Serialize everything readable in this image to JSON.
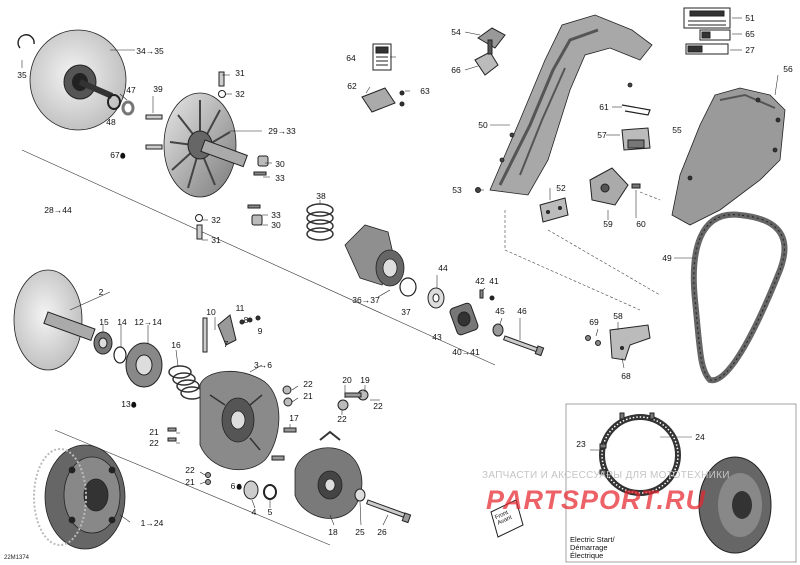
{
  "drawing_code": "22M1374",
  "watermark": {
    "line": "ЗАПЧАСТИ И АКСЕССУАРЫ ДЛЯ МОТОТЕХНИКИ",
    "logo": "PARTSPORT.RU"
  },
  "inset": {
    "caption": [
      "Electric Start/",
      "Démarrage",
      "Électrique"
    ],
    "labels": [
      "23",
      "24"
    ]
  },
  "front_tag": [
    "Front",
    "Avant"
  ],
  "callouts": [
    {
      "text": "34→35"
    },
    {
      "text": "35"
    },
    {
      "text": "47"
    },
    {
      "text": "48"
    },
    {
      "text": "39"
    },
    {
      "text": "67",
      "drop": true
    },
    {
      "text": "31"
    },
    {
      "text": "32"
    },
    {
      "text": "29→33"
    },
    {
      "text": "30"
    },
    {
      "text": "33"
    },
    {
      "text": "28→44"
    },
    {
      "text": "32"
    },
    {
      "text": "31"
    },
    {
      "text": "33"
    },
    {
      "text": "30"
    },
    {
      "text": "38"
    },
    {
      "text": "36→37"
    },
    {
      "text": "37"
    },
    {
      "text": "44"
    },
    {
      "text": "42"
    },
    {
      "text": "41"
    },
    {
      "text": "45"
    },
    {
      "text": "46"
    },
    {
      "text": "43"
    },
    {
      "text": "40→41"
    },
    {
      "text": "64"
    },
    {
      "text": "62"
    },
    {
      "text": "63"
    },
    {
      "text": "54"
    },
    {
      "text": "66"
    },
    {
      "text": "50"
    },
    {
      "text": "53"
    },
    {
      "text": "52"
    },
    {
      "text": "51"
    },
    {
      "text": "65"
    },
    {
      "text": "27"
    },
    {
      "text": "56"
    },
    {
      "text": "61"
    },
    {
      "text": "55"
    },
    {
      "text": "57"
    },
    {
      "text": "59"
    },
    {
      "text": "60"
    },
    {
      "text": "49"
    },
    {
      "text": "58"
    },
    {
      "text": "69"
    },
    {
      "text": "68"
    },
    {
      "text": "2"
    },
    {
      "text": "15"
    },
    {
      "text": "14"
    },
    {
      "text": "12→14"
    },
    {
      "text": "16"
    },
    {
      "text": "13",
      "drop": true
    },
    {
      "text": "10"
    },
    {
      "text": "11"
    },
    {
      "text": "8"
    },
    {
      "text": "9"
    },
    {
      "text": "7"
    },
    {
      "text": "3→6"
    },
    {
      "text": "22"
    },
    {
      "text": "21"
    },
    {
      "text": "20"
    },
    {
      "text": "19"
    },
    {
      "text": "22"
    },
    {
      "text": "22"
    },
    {
      "text": "17"
    },
    {
      "text": "21"
    },
    {
      "text": "22"
    },
    {
      "text": "22"
    },
    {
      "text": "21"
    },
    {
      "text": "6",
      "drop": true
    },
    {
      "text": "4"
    },
    {
      "text": "5"
    },
    {
      "text": "18"
    },
    {
      "text": "25"
    },
    {
      "text": "26"
    },
    {
      "text": "1→24"
    }
  ],
  "colors": {
    "line": "#1a1a1a",
    "part_dark": "#4a4a4a",
    "part_mid": "#9a9a9a",
    "part_light": "#dcdcdc",
    "watermark_red": "#e6262e"
  }
}
